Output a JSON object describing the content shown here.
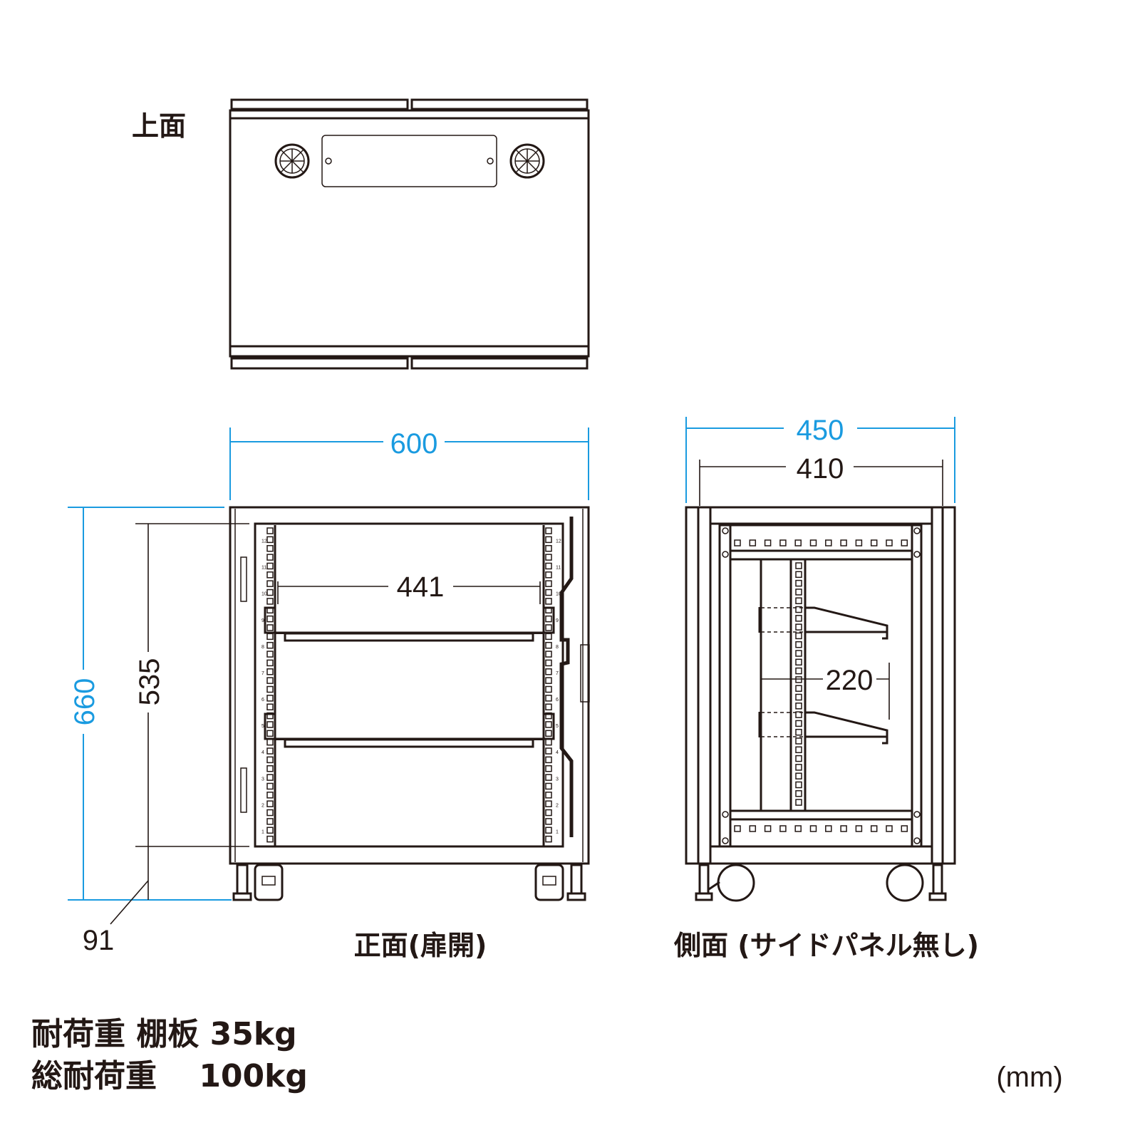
{
  "views": {
    "top": {
      "label": "上面"
    },
    "front": {
      "label": "正面(扉開)"
    },
    "side": {
      "label": "側面 (サイドパネル無し)"
    }
  },
  "dimensions": {
    "width": "600",
    "height": "660",
    "rack_height": "535",
    "rack_width": "441",
    "base_height": "91",
    "depth_outer": "450",
    "depth_inner": "410",
    "shelf_depth": "220"
  },
  "rack_units": [
    "1",
    "2",
    "3",
    "4",
    "5",
    "6",
    "7",
    "8",
    "9",
    "10",
    "11",
    "12"
  ],
  "specs": {
    "line1": "耐荷重 棚板 35kg",
    "line2": "総耐荷重　 100kg"
  },
  "unit": "(mm)",
  "colors": {
    "dimension_blue": "#1a9be0",
    "line": "#231815"
  }
}
